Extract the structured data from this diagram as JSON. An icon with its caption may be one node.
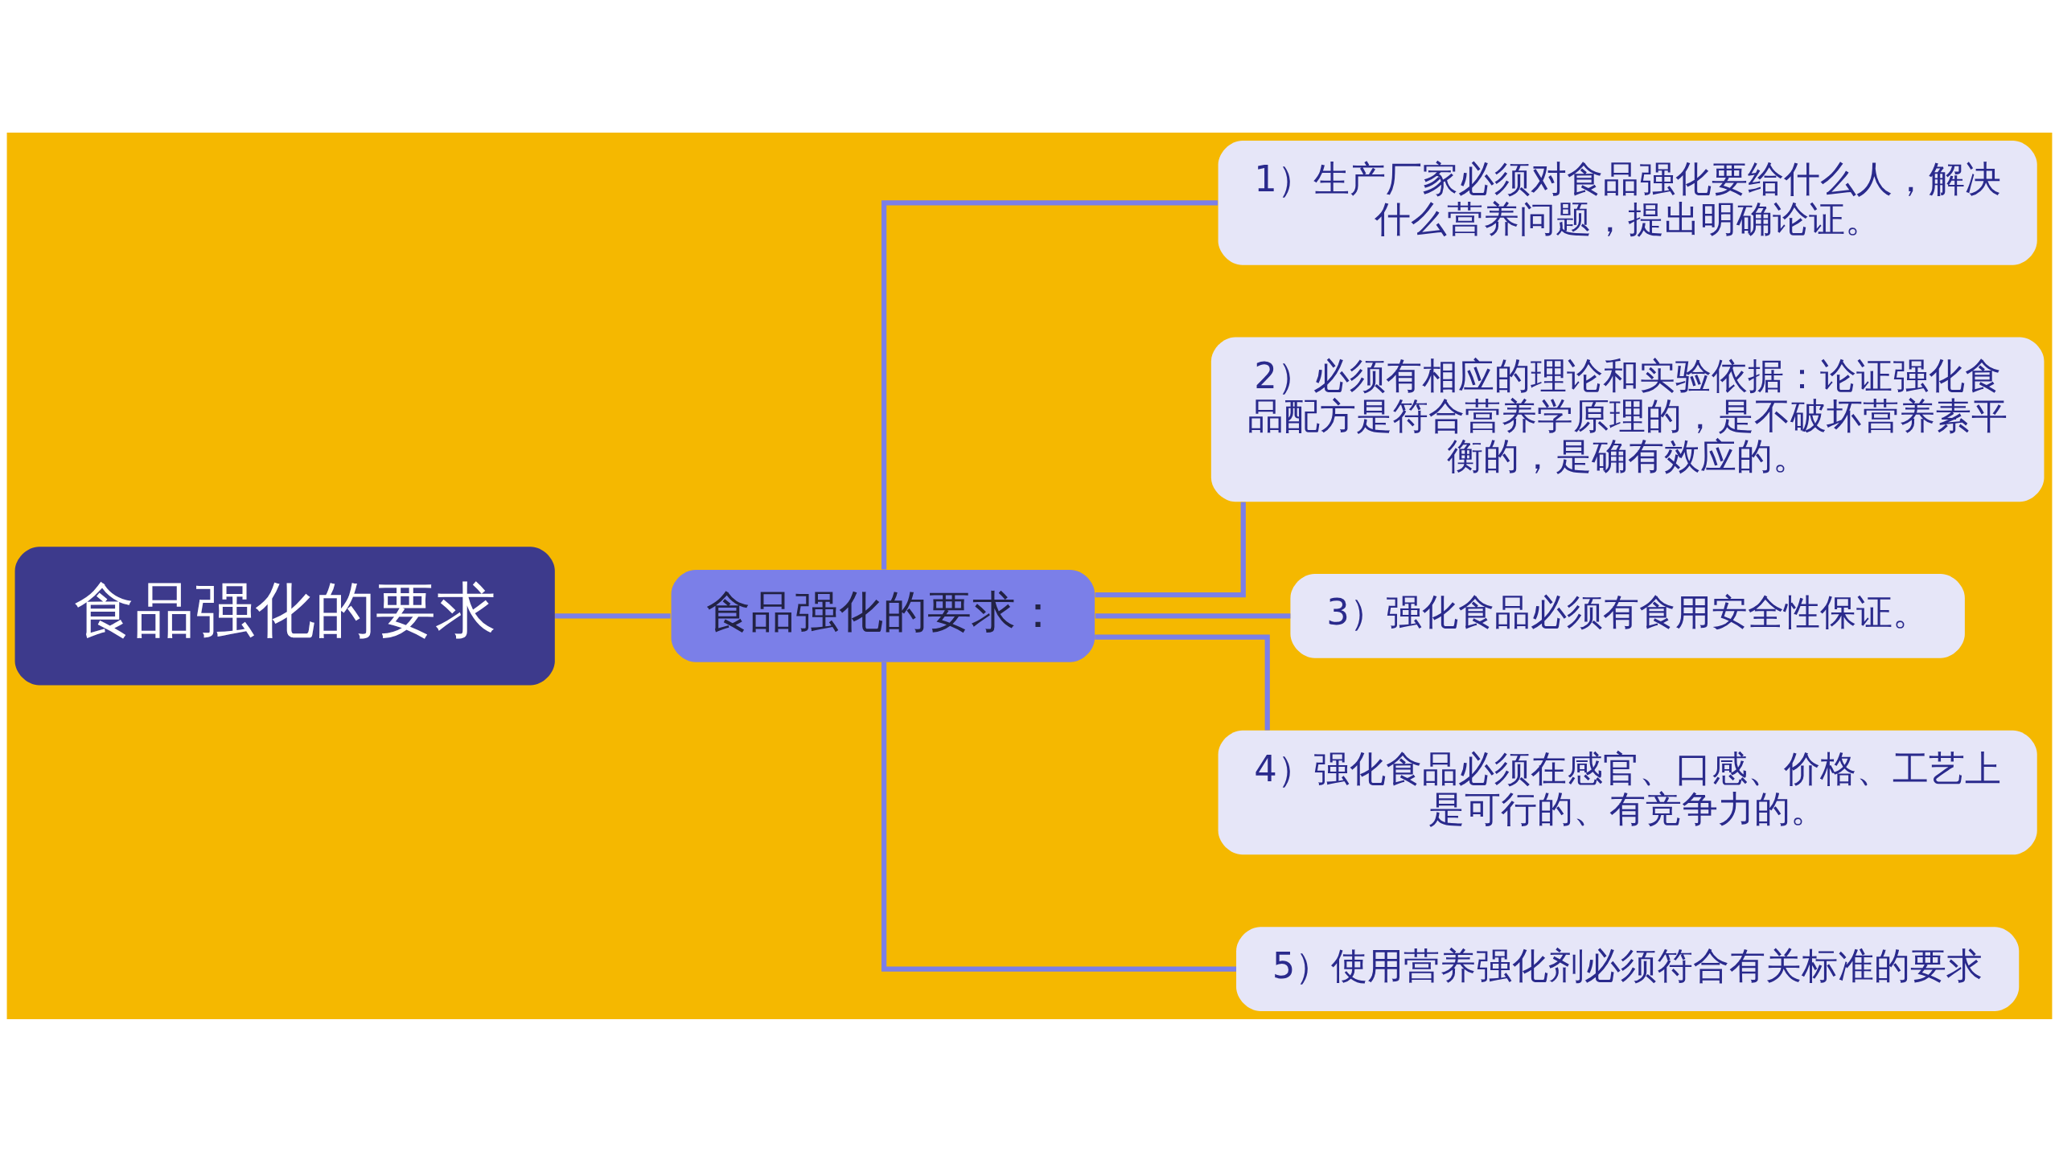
{
  "diagram": {
    "nodes": [
      {
        "text": [
          "食品强化的要求"
        ]
      },
      {
        "text": [
          "食品强化的要求："
        ]
      },
      {
        "text": [
          "1）生产厂家必须对食品强化要给什么人，解决什么营养问题，提出明确论证。"
        ]
      },
      {
        "text": [
          "2）必须有相应的理论和实验依据：论证强化食品配方是符合营养学原理的，是不破坏营养素平衡的，是确有效应的。"
        ]
      },
      {
        "text": [
          "3）强化食品必须有食用安全性保证。"
        ]
      },
      {
        "text": [
          "4）强化食品必须在感官、口感、价格、工艺上是可行的、有竞争力的。"
        ]
      },
      {
        "text": [
          "5）使用营养强化剂必须符合有关标准的要求"
        ]
      }
    ],
    "edges": [
      {
        "from": 0,
        "to": 1,
        "arrow": "none"
      },
      {
        "from": 1,
        "to": 2,
        "arrow": "none"
      },
      {
        "from": 1,
        "to": 3,
        "arrow": "none"
      },
      {
        "from": 1,
        "to": 4,
        "arrow": "none"
      },
      {
        "from": 1,
        "to": 5,
        "arrow": "none"
      },
      {
        "from": 1,
        "to": 6,
        "arrow": "none"
      }
    ]
  }
}
